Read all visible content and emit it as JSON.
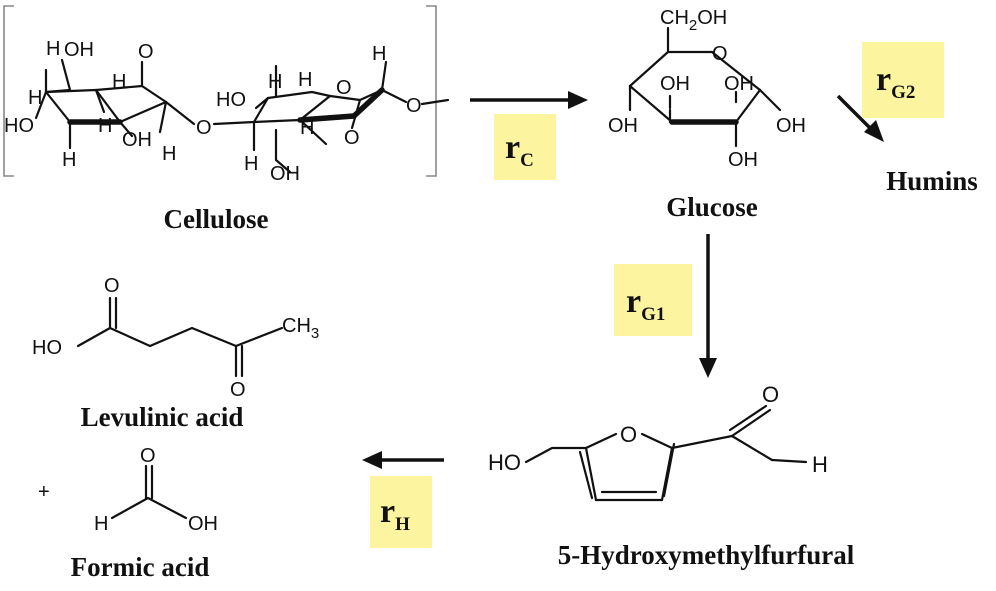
{
  "compounds": {
    "cellulose": "Cellulose",
    "glucose": "Glucose",
    "humins": "Humins",
    "hmf": "5-Hydroxymethylfurfural",
    "levulinic": "Levulinic acid",
    "formic": "Formic acid",
    "plus": "+"
  },
  "rates": {
    "rc": {
      "main": "r",
      "sub": "C"
    },
    "rg1": {
      "main": "r",
      "sub": "G1"
    },
    "rg2": {
      "main": "r",
      "sub": "G2"
    },
    "rh": {
      "main": "r",
      "sub": "H"
    }
  },
  "atoms": {
    "oh": "OH",
    "ho": "HO",
    "h": "H",
    "o": "O",
    "ch2": "CH",
    "two": "2",
    "ch3": "CH",
    "three": "3"
  },
  "colors": {
    "rate_box": "#fdf4a0",
    "ink": "#111111",
    "bracket": "#888888"
  }
}
